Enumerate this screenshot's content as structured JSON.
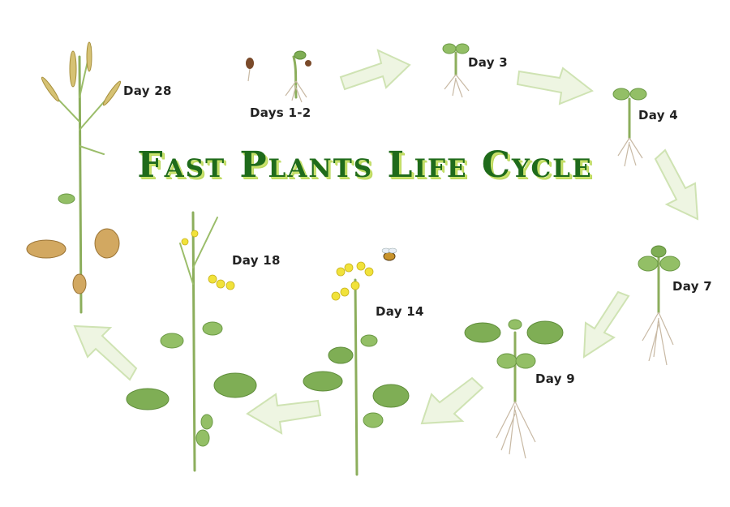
{
  "title": "Fast Plants Life Cycle",
  "stages": [
    {
      "label": "Days 1-2"
    },
    {
      "label": "Day 3"
    },
    {
      "label": "Day 4"
    },
    {
      "label": "Day 7"
    },
    {
      "label": "Day 9"
    },
    {
      "label": "Day 14"
    },
    {
      "label": "Day 18"
    },
    {
      "label": "Day 28"
    }
  ],
  "icons": [
    "seed-icon",
    "seedling-icon",
    "plant-icon",
    "flower-icon",
    "bee-icon",
    "cycle-arrow-icon"
  ],
  "colors": {
    "title": "#1f6b1b",
    "title_shadow": "#c9e26b",
    "leaf": "#7fae55",
    "flower": "#f1e23a",
    "arrow": "#eef5e2"
  }
}
